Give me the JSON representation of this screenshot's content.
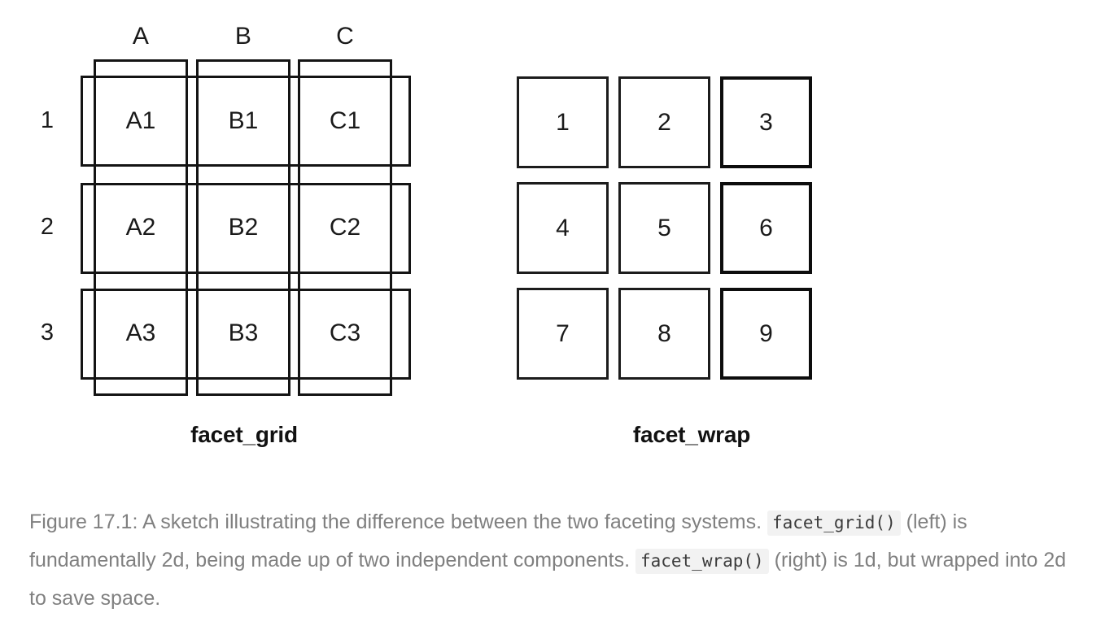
{
  "figure": {
    "grid": {
      "title": "facet_grid",
      "column_headers": [
        "A",
        "B",
        "C"
      ],
      "row_headers": [
        "1",
        "2",
        "3"
      ],
      "cells": [
        [
          "A1",
          "B1",
          "C1"
        ],
        [
          "A2",
          "B2",
          "C2"
        ],
        [
          "A3",
          "B3",
          "C3"
        ]
      ]
    },
    "wrap": {
      "title": "facet_wrap",
      "cells": [
        [
          "1",
          "2",
          "3"
        ],
        [
          "4",
          "5",
          "6"
        ],
        [
          "7",
          "8",
          "9"
        ]
      ]
    },
    "caption": {
      "part1": "Figure 17.1: A sketch illustrating the difference between the two faceting systems.",
      "code1": "facet_grid()",
      "part2": "(left) is fundamentally 2d, being made up of two independent components.",
      "code2": "facet_wrap()",
      "part3": "(right) is 1d, but wrapped into 2d to save space."
    }
  },
  "colors": {
    "background": "#ffffff",
    "stroke": "#141414",
    "text": "#1a1a1a",
    "caption_text": "#808080",
    "code_background": "#f2f2f2",
    "code_text": "#3b3b3b"
  }
}
